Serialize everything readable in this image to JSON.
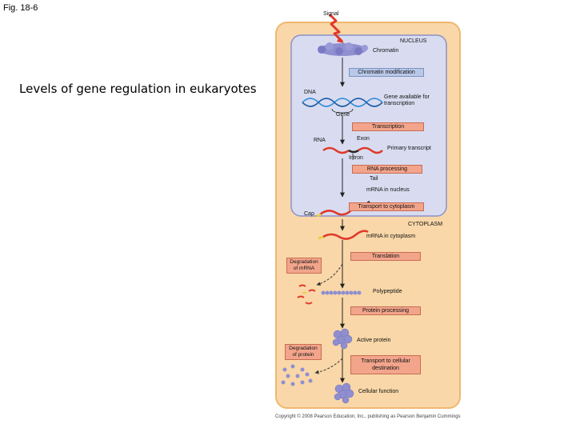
{
  "figure_label": "Fig. 18-6",
  "title": "Levels of gene regulation in eukaryotes",
  "labels": {
    "signal": "Signal",
    "nucleus": "NUCLEUS",
    "chromatin": "Chromatin",
    "dna": "DNA",
    "gene_available": "Gene available for transcription",
    "gene": "Gene",
    "rna": "RNA",
    "exon": "Exon",
    "primary_transcript": "Primary transcript",
    "intron": "Intron",
    "tail": "Tail",
    "mrna_nucleus": "mRNA in nucleus",
    "cap": "Cap",
    "cytoplasm": "CYTOPLASM",
    "mrna_cytoplasm": "mRNA in cytoplasm",
    "polypeptide": "Polypeptide",
    "active_protein": "Active protein",
    "cellular_function": "Cellular function"
  },
  "steps": {
    "chromatin_modification": "Chromatin modification",
    "transcription": "Transcription",
    "rna_processing": "RNA processing",
    "transport_cytoplasm": "Transport to cytoplasm",
    "translation": "Translation",
    "protein_processing": "Protein processing",
    "transport_destination": "Transport to cellular destination"
  },
  "side_steps": {
    "degradation_mrna": "Degradation of mRNA",
    "degradation_protein": "Degradation of protein"
  },
  "copyright": "Copyright © 2008 Pearson Education, Inc., publishing as Pearson Benjamin Cummings",
  "colors": {
    "cell_fill": "#f9d7a8",
    "cell_border": "#f0b870",
    "nucleus_fill": "#d9dcf0",
    "nucleus_border": "#8b92c9",
    "step_fill": "#f3a58c",
    "mrna_red": "#e0382a",
    "dna_blue": "#3a8fd8",
    "protein_purple": "#8f8fd0"
  }
}
